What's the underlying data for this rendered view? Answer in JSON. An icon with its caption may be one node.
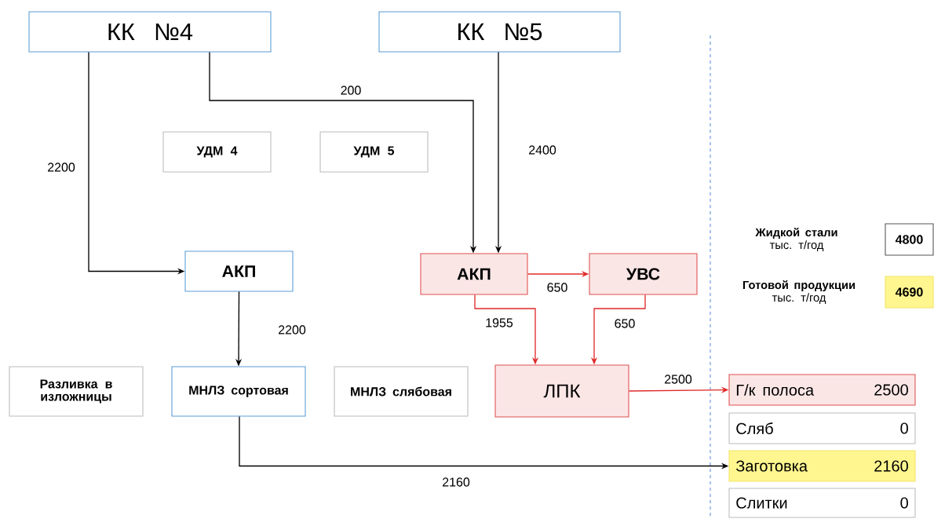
{
  "diagram": {
    "nodes": [
      {
        "text": [
          "КК №4"
        ]
      },
      {
        "text": [
          "КК №5"
        ]
      },
      {
        "text": [
          "УДМ 4"
        ]
      },
      {
        "text": [
          "УДМ 5"
        ]
      },
      {
        "text": [
          "АКП"
        ]
      },
      {
        "text": [
          "АКП"
        ]
      },
      {
        "text": [
          "УВС"
        ]
      },
      {
        "text": [
          "Разливка в изложницы"
        ]
      },
      {
        "text": [
          "МНЛЗ сортовая"
        ]
      },
      {
        "text": [
          "МНЛЗ слябовая"
        ]
      },
      {
        "text": [
          "ЛПК"
        ]
      },
      {
        "text": [
          "Г/к полоса",
          "2500"
        ]
      },
      {
        "text": [
          "Сляб",
          "0"
        ]
      },
      {
        "text": [
          "Заготовка",
          "2160"
        ]
      },
      {
        "text": [
          "Слитки",
          "0"
        ]
      },
      {
        "text": [
          "4800"
        ],
        "beside": [
          "Жидкой стали",
          "тыс. т/год"
        ]
      },
      {
        "text": [
          "4690"
        ],
        "beside": [
          "Готовой продукции",
          "тыс. т/год"
        ]
      }
    ],
    "edges": [
      {
        "from": 0,
        "to": 4,
        "arrow": "to",
        "label": "2200"
      },
      {
        "from": 0,
        "to": 5,
        "arrow": "to",
        "label": "200"
      },
      {
        "from": 1,
        "to": 5,
        "arrow": "to",
        "label": "2400"
      },
      {
        "from": 4,
        "to": 8,
        "arrow": "to",
        "label": "2200"
      },
      {
        "from": 5,
        "to": 6,
        "arrow": "to",
        "label": "650",
        "color": "#e02a2a"
      },
      {
        "from": 5,
        "to": 10,
        "arrow": "to",
        "label": "1955",
        "color": "#e02a2a"
      },
      {
        "from": 6,
        "to": 10,
        "arrow": "to",
        "label": "650",
        "color": "#e02a2a"
      },
      {
        "from": 10,
        "to": 11,
        "arrow": "to",
        "label": "2500",
        "color": "#e02a2a"
      },
      {
        "from": 8,
        "to": 13,
        "arrow": "to",
        "label": "2160"
      }
    ]
  }
}
